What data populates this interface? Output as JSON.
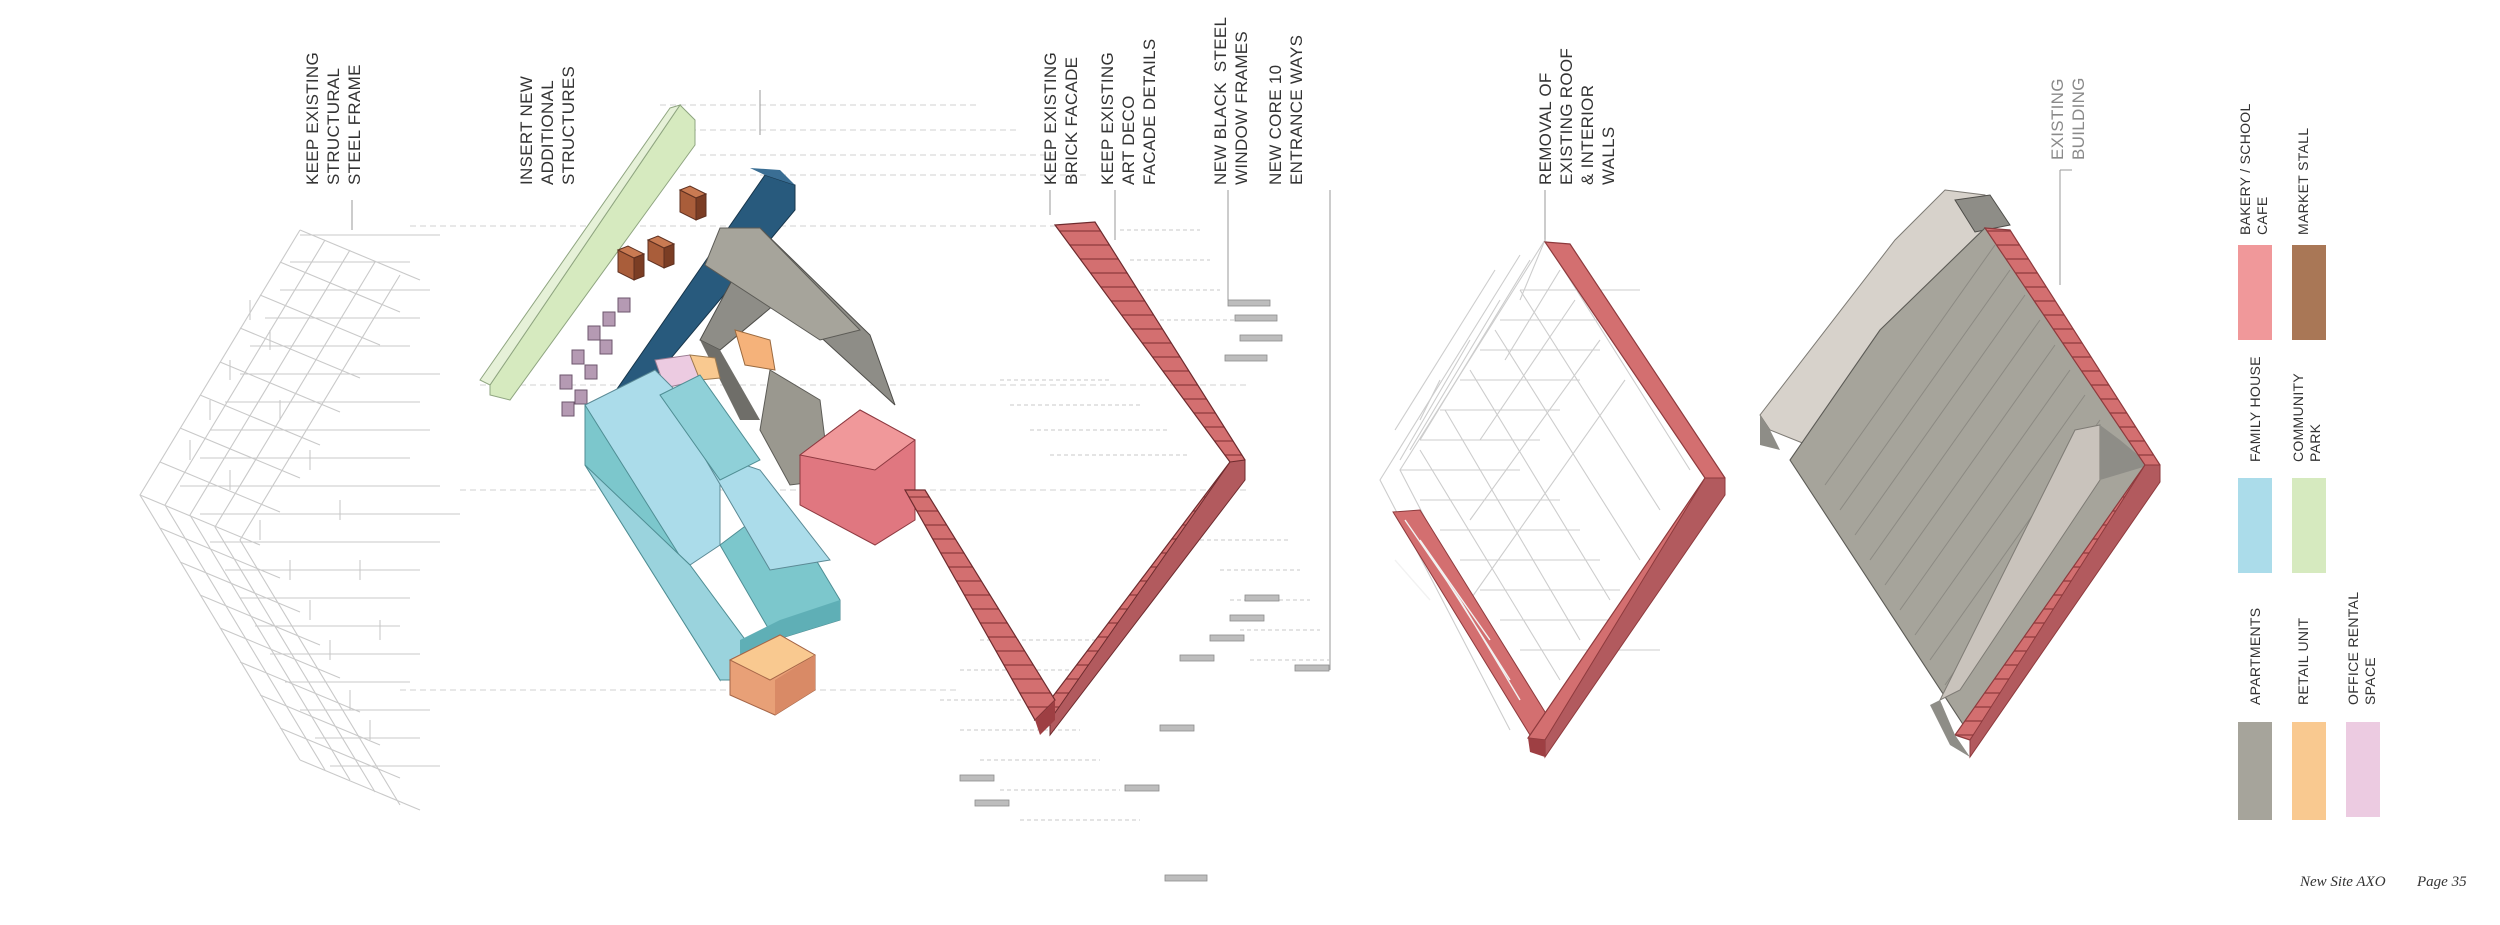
{
  "labels": {
    "keep_frame": "KEEP EXISTING\nSTRUCTURAL\nSTEEL FRAME",
    "insert_new": "INSERT NEW\nADDITIONAL\nSTRUCTURES",
    "brick_facade": "KEEP EXISTING\nBRICK FACADE",
    "art_deco": "KEEP EXISTING\nART DECO\nFACADE DETAILS",
    "window_frames": "NEW BLACK  STEEL\nWINDOW FRAMES",
    "entrance_ways": "NEW CORE 10\nENTRANCE WAYS",
    "removal": "REMOVAL OF\nEXISTING ROOF\n& INTERIOR\nWALLS",
    "existing_building": "EXISTING\nBUILDING"
  },
  "legend": [
    {
      "label": "BAKERY / SCHOOL\nCAFE",
      "color": "#F0989A"
    },
    {
      "label": "MARKET STALL",
      "color": "#A97756"
    },
    {
      "label": "FAMILY HOUSE",
      "color": "#ABDCEA"
    },
    {
      "label": "COMMUNITY\nPARK",
      "color": "#D6EABF"
    },
    {
      "label": "APARTMENTS",
      "color": "#A6A49B"
    },
    {
      "label": "RETAIL UNIT",
      "color": "#F9C990"
    },
    {
      "label": "OFFICE RENTAL\nSPACE",
      "color": "#ECCBE1"
    }
  ],
  "footer": {
    "caption": "New Site AXO",
    "page": "Page 35"
  },
  "colors": {
    "brick": "#D36F70",
    "brick_dark": "#9E3F43",
    "frame_line": "#C9C9C9",
    "blue_roof": "#285A7D",
    "teal": "#7CC7CC",
    "grey_block": "#8E8D87",
    "green_park": "#D6EABF"
  },
  "icons": [
    "steel-frame-axo",
    "new-structures-axo",
    "facade-axo",
    "gutted-building-axo",
    "existing-building-axo"
  ]
}
